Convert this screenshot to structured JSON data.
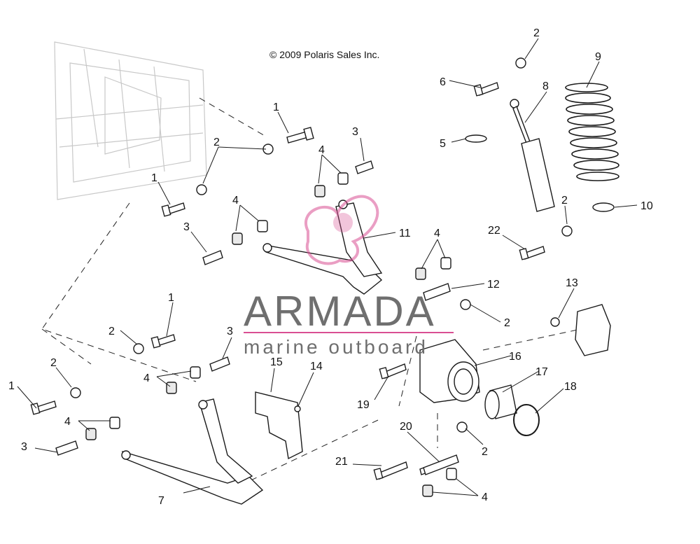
{
  "copyright": "© 2009 Polaris Sales Inc.",
  "watermark": {
    "brand": "ARMADA",
    "tagline": "marine outboard",
    "accent": "#d94f93"
  },
  "callouts": [
    "1",
    "2",
    "3",
    "4",
    "5",
    "6",
    "7",
    "8",
    "9",
    "10",
    "11",
    "12",
    "13",
    "14",
    "15",
    "16",
    "17",
    "18",
    "19",
    "20",
    "21",
    "22"
  ]
}
